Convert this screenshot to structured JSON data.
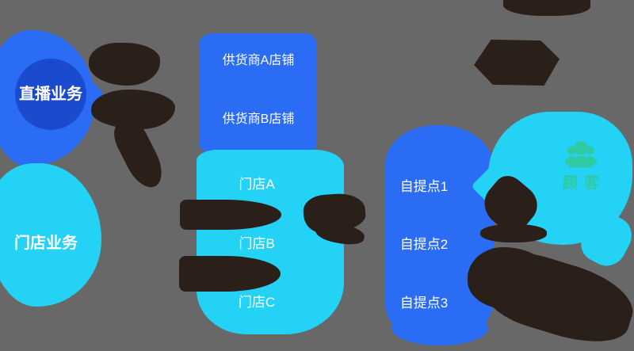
{
  "colors": {
    "background": "#686868",
    "blue": "#2B6CF5",
    "dark-blue": "#1A4BCE",
    "cyan": "#24D2F6",
    "green": "#2FC9A2",
    "dark-blob": "#2B1F1A",
    "white": "#FFFFFF"
  },
  "nodes": {
    "live_business": {
      "label": "直播业务"
    },
    "store_business": {
      "label": "门店业务"
    },
    "supplier_a": {
      "label": "供货商A店铺"
    },
    "supplier_b": {
      "label": "供货商B店铺"
    },
    "store_a": {
      "label": "门店A"
    },
    "store_b": {
      "label": "门店B"
    },
    "store_c": {
      "label": "门店C"
    },
    "pickup_1": {
      "label": "自提点1"
    },
    "pickup_2": {
      "label": "自提点2"
    },
    "pickup_3": {
      "label": "自提点3"
    },
    "customer": {
      "label": "顾客",
      "icon": "people-icon"
    }
  }
}
